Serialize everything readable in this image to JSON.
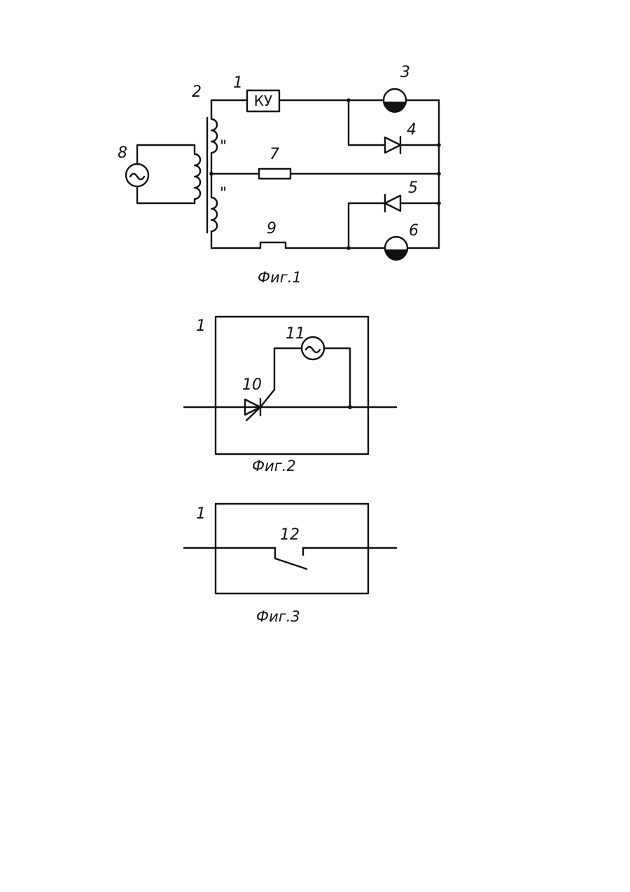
{
  "figure1": {
    "caption": "Фиг.1",
    "labels": {
      "control_unit": "1",
      "transformer": "2",
      "lamp_top": "3",
      "diode_top": "4",
      "diode_bottom": "5",
      "lamp_bottom": "6",
      "resistor": "7",
      "ac_source": "8",
      "element_9": "9"
    },
    "control_unit_text": "КУ"
  },
  "figure2": {
    "caption": "Фиг.2",
    "labels": {
      "block": "1",
      "thyristor": "10",
      "ac_source": "11"
    }
  },
  "figure3": {
    "caption": "Фиг.3",
    "labels": {
      "block": "1",
      "switch": "12"
    }
  }
}
